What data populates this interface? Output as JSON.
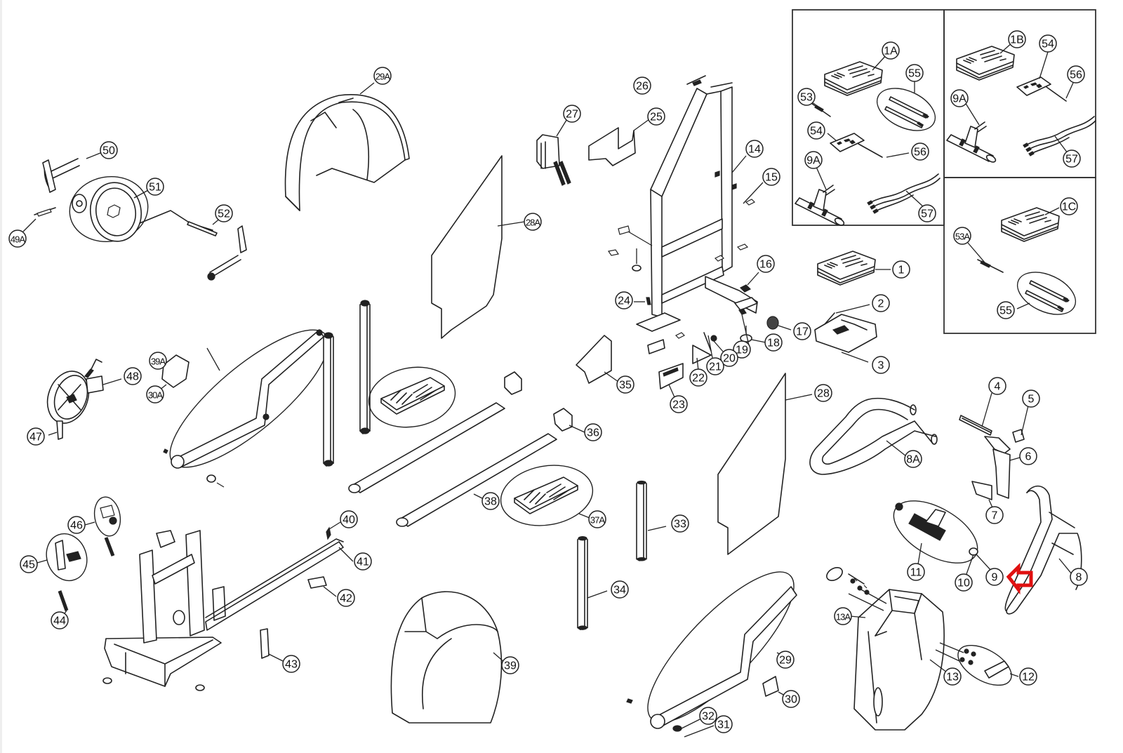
{
  "diagram": {
    "type": "exploded-parts-diagram",
    "subject": "elliptical trainer",
    "highlight": {
      "part": "9",
      "marker": "red-arrow",
      "color": "#e01010"
    },
    "inset_panels": [
      {
        "name": "console-variant-a",
        "labels": [
          "1A",
          "55",
          "53",
          "54",
          "56",
          "9A",
          "57"
        ]
      },
      {
        "name": "console-variant-b",
        "labels": [
          "1B",
          "54",
          "56",
          "9A",
          "57"
        ]
      },
      {
        "name": "console-variant-c",
        "labels": [
          "1C",
          "53A",
          "55"
        ]
      }
    ],
    "callouts": {
      "c1": "1",
      "c2": "2",
      "c3": "3",
      "c4": "4",
      "c5": "5",
      "c6": "6",
      "c7": "7",
      "c8": "8",
      "c8A": "8A",
      "c9": "9",
      "c10": "10",
      "c11": "11",
      "c12": "12",
      "c13": "13",
      "c13A": "13A",
      "c14": "14",
      "c15": "15",
      "c16": "16",
      "c17": "17",
      "c18": "18",
      "c19": "19",
      "c20": "20",
      "c21": "21",
      "c22": "22",
      "c23": "23",
      "c24": "24",
      "c25": "25",
      "c26": "26",
      "c27": "27",
      "c28": "28",
      "c28A": "28A",
      "c29": "29",
      "c29A": "29A",
      "c30": "30",
      "c30A": "30A",
      "c31": "31",
      "c32": "32",
      "c33": "33",
      "c34": "34",
      "c35": "35",
      "c36": "36",
      "c37A": "37A",
      "c38": "38",
      "c39": "39",
      "c39A": "39A",
      "c40": "40",
      "c41": "41",
      "c42": "42",
      "c43": "43",
      "c44": "44",
      "c45": "45",
      "c46": "46",
      "c47": "47",
      "c48": "48",
      "c49A": "49A",
      "c50": "50",
      "c51": "51",
      "c52": "52",
      "p1_1A": "1A",
      "p1_55": "55",
      "p1_53": "53",
      "p1_54": "54",
      "p1_56": "56",
      "p1_9A": "9A",
      "p1_57": "57",
      "p2_1B": "1B",
      "p2_54": "54",
      "p2_56": "56",
      "p2_9A": "9A",
      "p2_57": "57",
      "p3_1C": "1C",
      "p3_53A": "53A",
      "p3_55": "55"
    }
  }
}
